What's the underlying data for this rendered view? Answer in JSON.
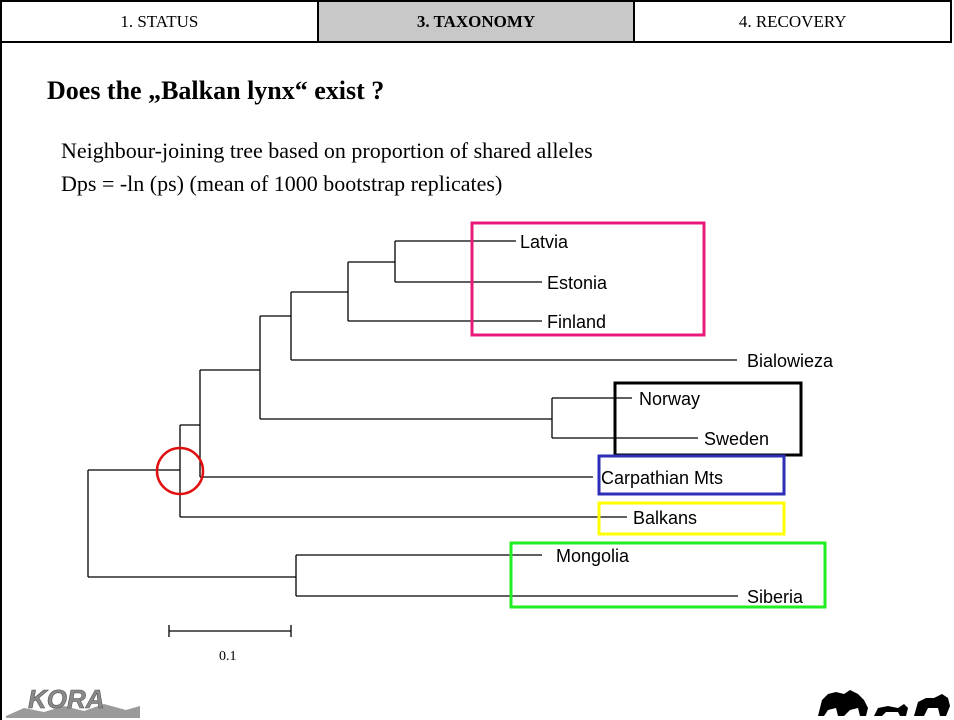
{
  "tabs": [
    {
      "label": "1. STATUS",
      "active": false
    },
    {
      "label": "3. TAXONOMY",
      "active": true
    },
    {
      "label": "4. RECOVERY",
      "active": false
    }
  ],
  "slide": {
    "title": "Does the „Balkan lynx“ exist ?",
    "subtitle_line1": "Neighbour-joining tree based on proportion of shared alleles",
    "subtitle_line2": "Dps =  -ln (ps) (mean of 1000 bootstrap replicates)"
  },
  "tree": {
    "leaves": {
      "latvia": "Latvia",
      "estonia": "Estonia",
      "finland": "Finland",
      "bialowieza": "Bialowieza",
      "norway": "Norway",
      "sweden": "Sweden",
      "carpathian": "Carpathian Mts",
      "balkans": "Balkans",
      "mongolia": "Mongolia",
      "siberia": "Siberia"
    },
    "scale_label": "0.1"
  },
  "colors": {
    "baltic_box": "#e8197a",
    "scandinavia_box": "#000000",
    "carpathian_box": "#2e2eb8",
    "balkans_box": "#ffff00",
    "asia_box": "#22ee22",
    "highlight_circle": "#e01010",
    "active_tab": "#c8c8c8"
  },
  "logos": {
    "left": "KORA",
    "right": "animal-silhouettes"
  }
}
